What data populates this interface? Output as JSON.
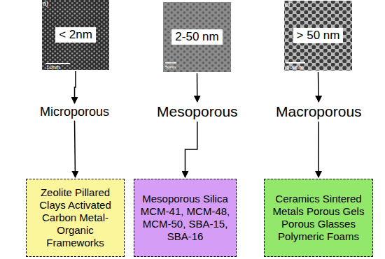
{
  "diagram": {
    "nodes": [
      {
        "text": [
          "< 2nm"
        ]
      },
      {
        "text": [
          "2-50 nm"
        ]
      },
      {
        "text": [
          "> 50 nm"
        ]
      },
      {
        "text": [
          "Microporous"
        ]
      },
      {
        "text": [
          "Mesoporous"
        ]
      },
      {
        "text": [
          "Macroporous"
        ]
      },
      {
        "text": [
          "Zeolite Pillared Clays Activated Carbon Metal-Organic Frameworks"
        ]
      },
      {
        "text": [
          "Mesoporous Silica MCM-41, MCM-48, MCM-50, SBA-15, SBA-16"
        ]
      },
      {
        "text": [
          "Ceramics Sintered Metals Porous Gels Porous Glasses Polymeric Foams"
        ]
      }
    ],
    "edges": [
      {
        "from": 0,
        "to": 3,
        "arrow": "to"
      },
      {
        "from": 3,
        "to": 6,
        "arrow": "to"
      },
      {
        "from": 1,
        "to": 4,
        "arrow": "to"
      },
      {
        "from": 4,
        "to": 7,
        "arrow": "to"
      },
      {
        "from": 2,
        "to": 5,
        "arrow": "to"
      },
      {
        "from": 5,
        "to": 8,
        "arrow": "to"
      }
    ],
    "labels": [
      "a)",
      "10nm",
      "50nm",
      "c)",
      "500nm"
    ]
  }
}
